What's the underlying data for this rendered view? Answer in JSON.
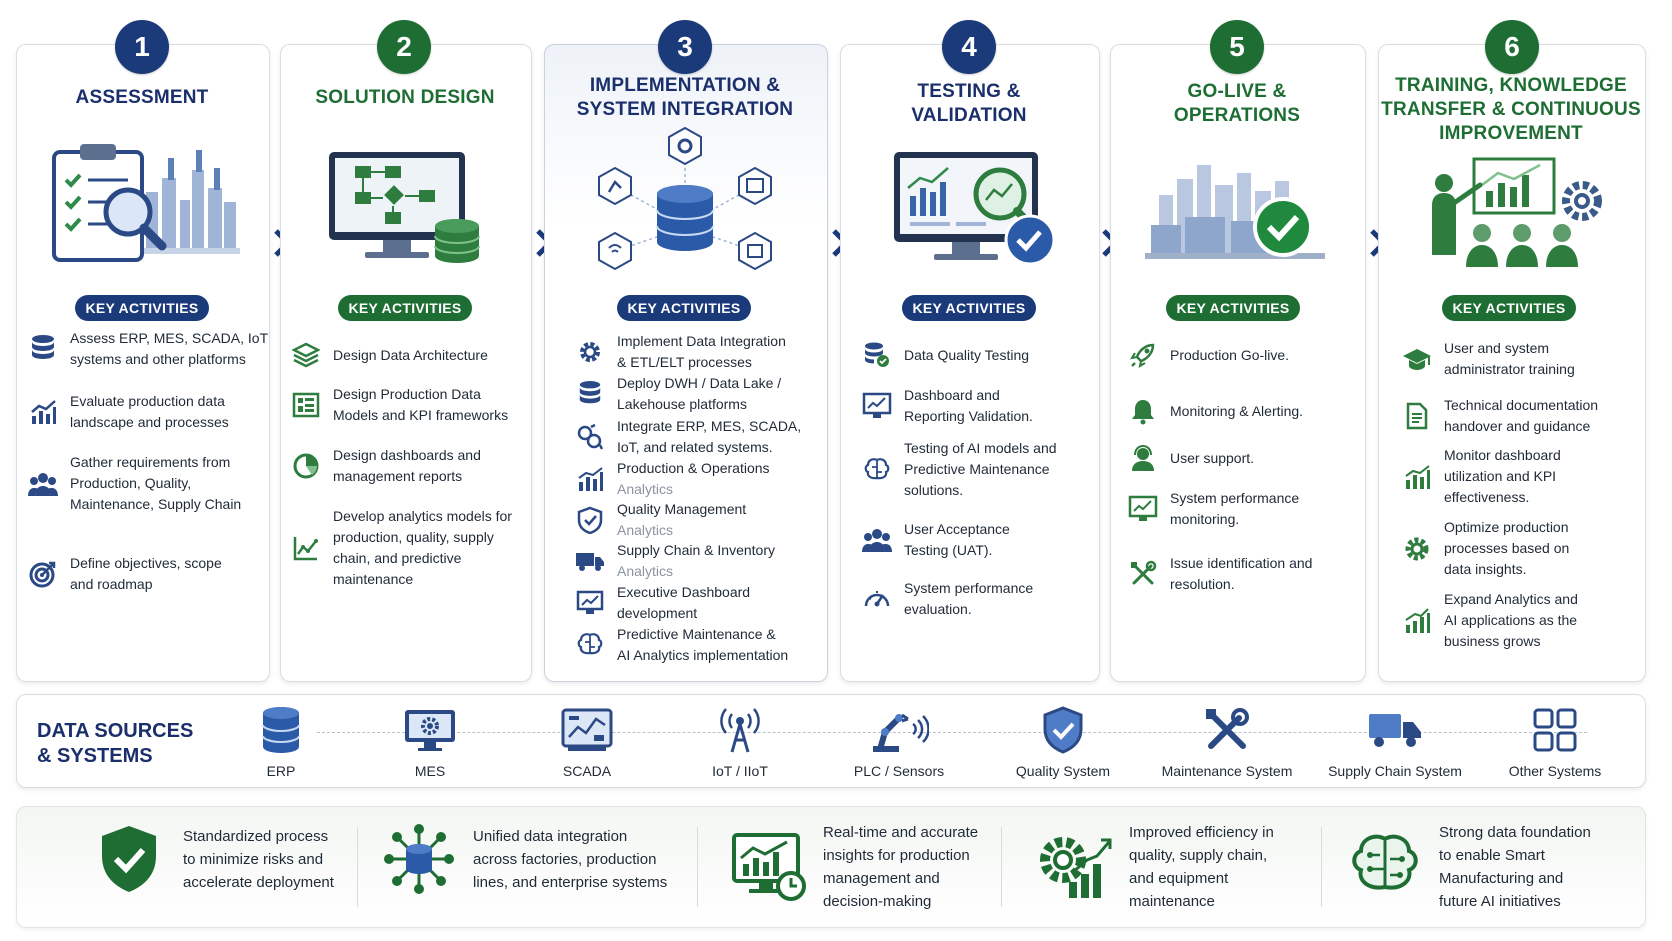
{
  "stages": [
    {
      "number": "1",
      "title_lines": [
        "ASSESSMENT"
      ],
      "key_label": "KEY ACTIVITIES",
      "activities": [
        {
          "icon": "database-icon",
          "lines": [
            "Assess ERP, MES, SCADA, IoT",
            "systems and other platforms"
          ]
        },
        {
          "icon": "chart-growth-icon",
          "lines": [
            "Evaluate production data",
            "landscape and processes"
          ]
        },
        {
          "icon": "people-group-icon",
          "lines": [
            "Gather requirements from",
            "Production, Quality,",
            "Maintenance, Supply Chain"
          ]
        },
        {
          "icon": "target-icon",
          "lines": [
            "Define objectives, scope",
            "and roadmap"
          ]
        }
      ]
    },
    {
      "number": "2",
      "title_lines": [
        "SOLUTION DESIGN"
      ],
      "key_label": "KEY ACTIVITIES",
      "activities": [
        {
          "icon": "layers-icon",
          "lines": [
            "Design Data Architecture"
          ]
        },
        {
          "icon": "kpi-grid-icon",
          "lines": [
            "Design Production Data",
            "Models and KPI frameworks"
          ]
        },
        {
          "icon": "pie-chart-icon",
          "lines": [
            "Design dashboards and",
            "management reports"
          ]
        },
        {
          "icon": "line-chart-icon",
          "lines": [
            "Develop analytics models for",
            "production, quality, supply",
            "chain, and predictive",
            "maintenance"
          ]
        }
      ]
    },
    {
      "number": "3",
      "title_lines": [
        "IMPLEMENTATION &",
        "SYSTEM INTEGRATION"
      ],
      "key_label": "KEY ACTIVITIES",
      "activities": [
        {
          "icon": "gear-icon",
          "lines": [
            "Implement Data Integration",
            "& ETL/ELT processes"
          ]
        },
        {
          "icon": "database-icon",
          "lines": [
            "Deploy DWH / Data Lake /",
            "Lakehouse platforms"
          ]
        },
        {
          "icon": "integration-icon",
          "lines": [
            "Integrate ERP, MES, SCADA,",
            "IoT, and related systems."
          ]
        },
        {
          "icon": "bar-chart-icon",
          "lines": [
            "Production & Operations",
            "Analytics"
          ]
        },
        {
          "icon": "shield-check-icon",
          "lines": [
            "Quality Management",
            "Analytics"
          ]
        },
        {
          "icon": "truck-icon",
          "lines": [
            "Supply Chain & Inventory",
            "Analytics"
          ]
        },
        {
          "icon": "dashboard-icon",
          "lines": [
            "Executive Dashboard",
            "development"
          ]
        },
        {
          "icon": "brain-icon",
          "lines": [
            "Predictive Maintenance &",
            "AI Analytics implementation"
          ]
        }
      ]
    },
    {
      "number": "4",
      "title_lines": [
        "TESTING &",
        "VALIDATION"
      ],
      "key_label": "KEY ACTIVITIES",
      "activities": [
        {
          "icon": "database-check-icon",
          "lines": [
            "Data Quality Testing"
          ]
        },
        {
          "icon": "monitor-chart-icon",
          "lines": [
            "Dashboard and",
            "Reporting Validation."
          ]
        },
        {
          "icon": "brain-icon",
          "lines": [
            "Testing of AI models and",
            "Predictive Maintenance",
            "solutions."
          ]
        },
        {
          "icon": "people-group-icon",
          "lines": [
            "User Acceptance",
            "Testing (UAT)."
          ]
        },
        {
          "icon": "speedometer-icon",
          "lines": [
            "System performance",
            "evaluation."
          ]
        }
      ]
    },
    {
      "number": "5",
      "title_lines": [
        "GO-LIVE &",
        "OPERATIONS"
      ],
      "key_label": "KEY ACTIVITIES",
      "activities": [
        {
          "icon": "rocket-icon",
          "lines": [
            "Production Go-live."
          ]
        },
        {
          "icon": "bell-icon",
          "lines": [
            "Monitoring & Alerting."
          ]
        },
        {
          "icon": "support-user-icon",
          "lines": [
            "User support."
          ]
        },
        {
          "icon": "monitor-chart-icon",
          "lines": [
            "System performance",
            "monitoring."
          ]
        },
        {
          "icon": "tools-icon",
          "lines": [
            "Issue identification and",
            "resolution."
          ]
        }
      ]
    },
    {
      "number": "6",
      "title_lines": [
        "TRAINING, KNOWLEDGE",
        "TRANSFER & CONTINUOUS",
        "IMPROVEMENT"
      ],
      "key_label": "KEY ACTIVITIES",
      "activities": [
        {
          "icon": "graduation-cap-icon",
          "lines": [
            "User and system",
            "administrator training"
          ]
        },
        {
          "icon": "document-icon",
          "lines": [
            "Technical documentation",
            "handover and guidance"
          ]
        },
        {
          "icon": "bar-chart-icon",
          "lines": [
            "Monitor dashboard",
            "utilization and KPI",
            "effectiveness."
          ]
        },
        {
          "icon": "gear-icon",
          "lines": [
            "Optimize production",
            "processes based on",
            "data insights."
          ]
        },
        {
          "icon": "growth-bars-icon",
          "lines": [
            "Expand Analytics and",
            "AI applications as the",
            "business grows"
          ]
        }
      ]
    }
  ],
  "data_sources": {
    "title_lines": [
      "DATA SOURCES",
      "& SYSTEMS"
    ],
    "items": [
      {
        "icon": "database-icon",
        "label": "ERP"
      },
      {
        "icon": "monitor-gear-icon",
        "label": "MES"
      },
      {
        "icon": "scada-panel-icon",
        "label": "SCADA"
      },
      {
        "icon": "antenna-icon",
        "label": "IoT / IIoT"
      },
      {
        "icon": "robot-arm-icon",
        "label": "PLC / Sensors"
      },
      {
        "icon": "shield-check-icon",
        "label": "Quality System"
      },
      {
        "icon": "tools-icon",
        "label": "Maintenance System"
      },
      {
        "icon": "truck-icon",
        "label": "Supply Chain System"
      },
      {
        "icon": "grid-icon",
        "label": "Other Systems"
      }
    ]
  },
  "benefits": [
    {
      "icon": "shield-check-icon",
      "lines": [
        "Standardized process",
        "to minimize risks and",
        "accelerate deployment"
      ]
    },
    {
      "icon": "integration-hub-icon",
      "lines": [
        "Unified data integration",
        "across factories, production",
        "lines, and enterprise systems"
      ]
    },
    {
      "icon": "realtime-monitor-icon",
      "lines": [
        "Real-time and accurate",
        "insights for production",
        "management and",
        "decision-making"
      ]
    },
    {
      "icon": "gear-growth-icon",
      "lines": [
        "Improved efficiency in",
        "quality, supply chain,",
        "and equipment",
        "maintenance"
      ]
    },
    {
      "icon": "brain-circuit-icon",
      "lines": [
        "Strong data foundation",
        "to enable Smart",
        "Manufacturing and",
        "future AI initiatives"
      ]
    }
  ],
  "colors": {
    "navy": "#1a3a7a",
    "green": "#1e6e34",
    "title_navy": "#1a2f6b",
    "muted_text": "#8a94a0"
  }
}
